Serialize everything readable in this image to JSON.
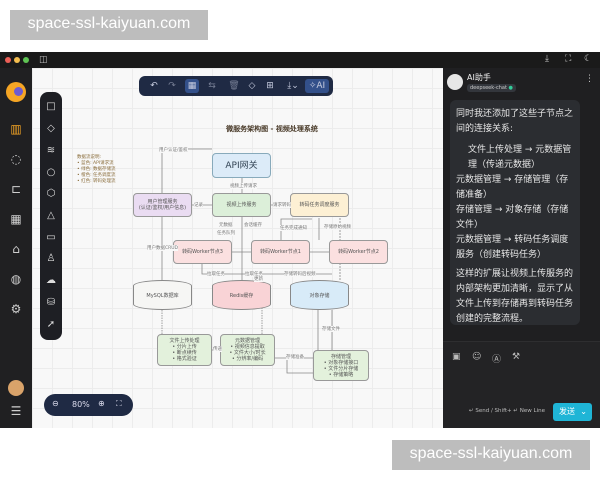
{
  "watermark": "space-ssl-kaiyuan.com",
  "toolbar": {
    "ai_label": "AI"
  },
  "zoom": {
    "level": "80%"
  },
  "diagram": {
    "title": "微服务架构图 - 视频处理系统",
    "legend": [
      "数据流说明:",
      "• 蓝色: API请求流",
      "• 绿色: 数据存储流",
      "• 橙色: 任务调度流",
      "• 红色: 转码处理流"
    ],
    "nodes": {
      "gateway": "API网关",
      "user": "用户管理服务\n(认证/鉴权/用户信息)",
      "upload": "视频上传服务",
      "scheduler": "转码任务调度服务",
      "worker3": "转码Worker节点3",
      "worker1": "转码Worker节点1",
      "worker2": "转码Worker节点2",
      "mysql": "MySQL数据库",
      "redis": "Redis缓存",
      "oss": "对象存储",
      "file": "文件上传处理\n• 分片上传\n• 断点续传\n• 格式验证",
      "meta": "元数据管理\n• 视频信息提取\n• 文件大小/时长\n• 分辨率/编码",
      "storage": "存储管理\n• 对象存储接口\n• 文件分片存储\n• 存储策略"
    },
    "edges": [
      "用户认证/鉴权",
      "视频上传请求",
      "记录",
      "请求转码",
      "任务完成通知",
      "存储原始视频",
      "元数据",
      "会话缓存",
      "任务队列",
      "用户数据CRUD",
      "拉取任务",
      "拉取任务",
      "存储转码后视频",
      "更新",
      "存储文件",
      "传递",
      "存储准备"
    ]
  },
  "assistant": {
    "title": "AI助手",
    "model": "deepseek-chat",
    "message": {
      "intro": "同时我还添加了这些子节点之间的连接关系:",
      "items": [
        "文件上传处理 → 元数据管理（传递元数据）",
        "元数据管理 → 存储管理（存储准备）",
        "存储管理 → 对象存储（存储文件）",
        "元数据管理 → 转码任务调度服务（创建转码任务）"
      ],
      "outro": "这样的扩展让视频上传服务的内部架构更加清晰，显示了从文件上传到存储再到转码任务创建的完整流程。"
    },
    "hint": "↵ Send / Shift+ ↵ New Line",
    "send_label": "发送"
  }
}
